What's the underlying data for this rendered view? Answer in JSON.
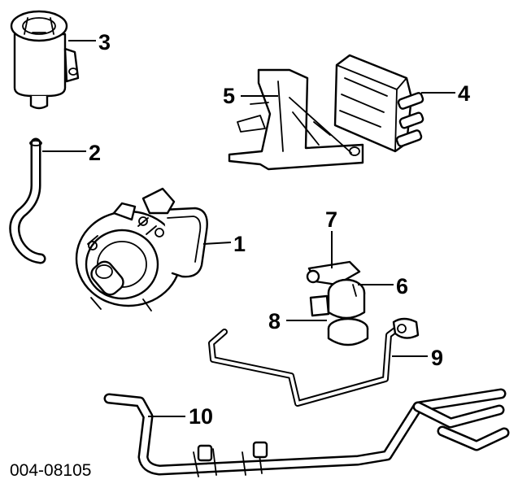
{
  "diagram": {
    "drawing_code": "004-08105",
    "callouts": [
      {
        "id": "1",
        "text": "1"
      },
      {
        "id": "2",
        "text": "2"
      },
      {
        "id": "3",
        "text": "3"
      },
      {
        "id": "4",
        "text": "4"
      },
      {
        "id": "5",
        "text": "5"
      },
      {
        "id": "6",
        "text": "6"
      },
      {
        "id": "7",
        "text": "7"
      },
      {
        "id": "8",
        "text": "8"
      },
      {
        "id": "9",
        "text": "9"
      },
      {
        "id": "10",
        "text": "10"
      }
    ]
  }
}
